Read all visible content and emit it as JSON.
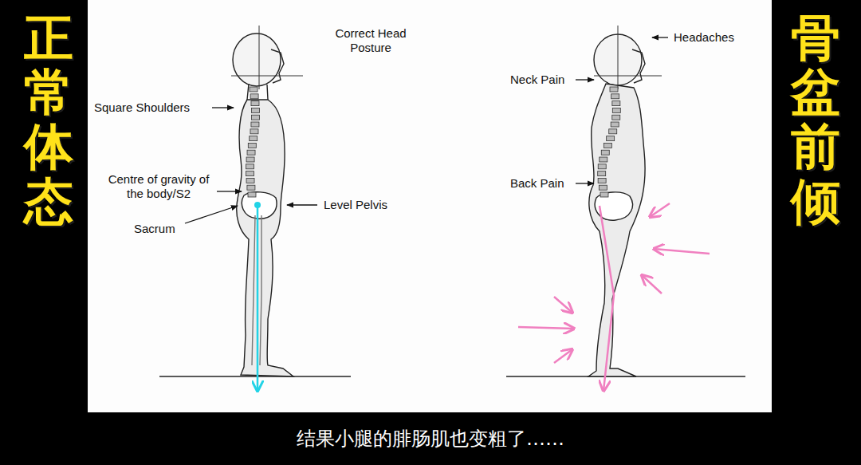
{
  "diagram": {
    "caption": "结果小腿的腓肠肌也变粗了……",
    "labels": [
      "正常体态",
      "骨盆前倾",
      "Correct Head Posture",
      "Square Shoulders",
      "Centre of gravity of the body/S2",
      "Sacrum",
      "Level Pelvis",
      "Headaches",
      "Neck Pain",
      "Back Pain"
    ]
  }
}
